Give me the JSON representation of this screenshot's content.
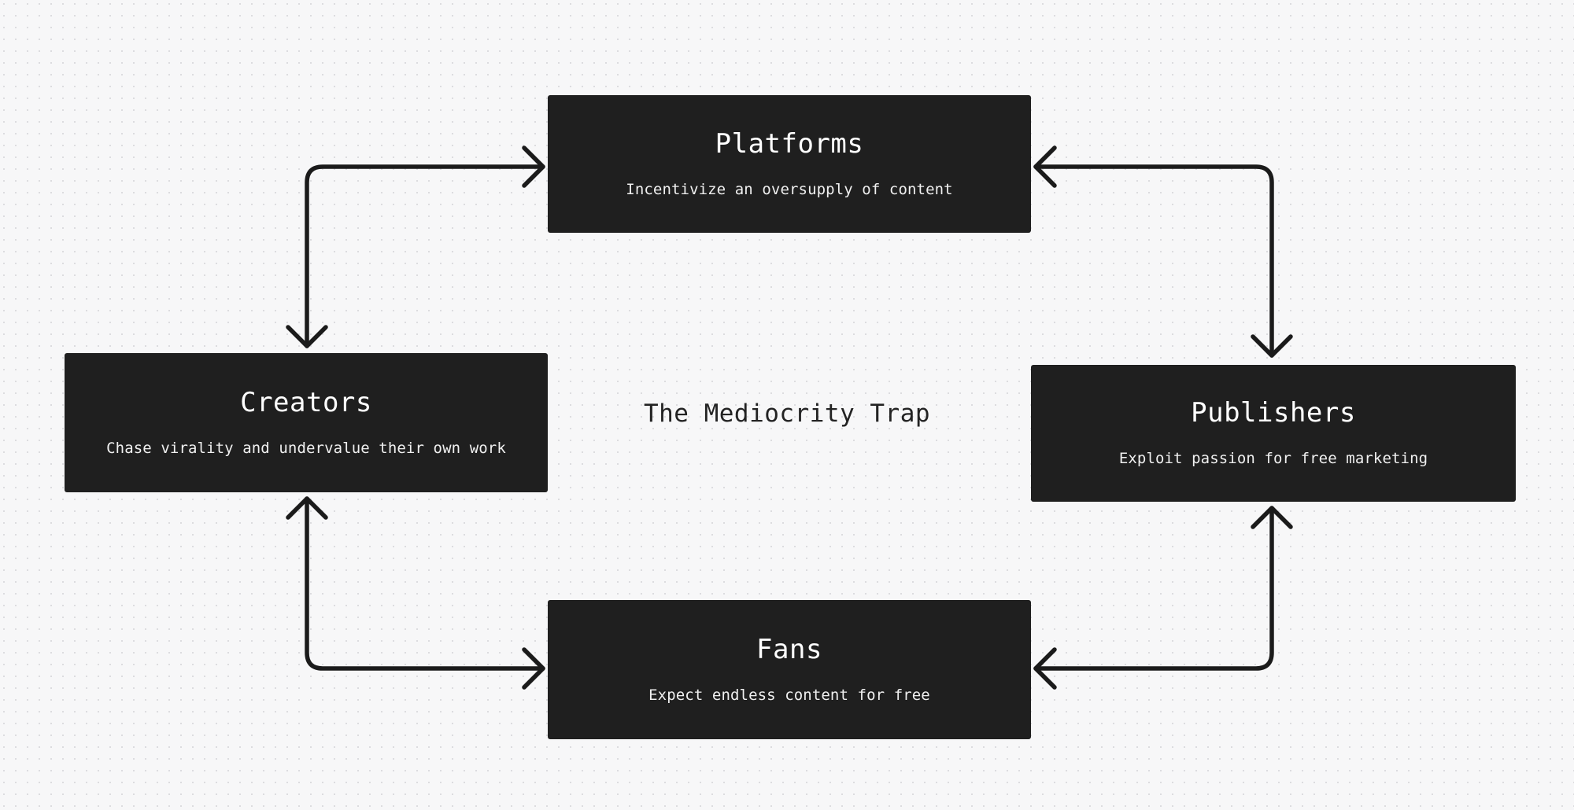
{
  "diagram": {
    "center_label": "The Mediocrity Trap",
    "background_color": "#f7f7f8",
    "node_color": "#1f1f1f",
    "node_text_color": "#ffffff",
    "edge_color": "#1b1b1b",
    "dot_grid_color": "#dcdcdf"
  },
  "nodes": [
    {
      "id": "platforms",
      "title": "Platforms",
      "description": "Incentivize an oversupply of content"
    },
    {
      "id": "creators",
      "title": "Creators",
      "description": "Chase virality and undervalue their own work"
    },
    {
      "id": "publishers",
      "title": "Publishers",
      "description": "Exploit passion for free marketing"
    },
    {
      "id": "fans",
      "title": "Fans",
      "description": "Expect endless content for free"
    }
  ],
  "edges": [
    {
      "id": "platforms-creators",
      "from": "platforms",
      "to": "creators",
      "style": "elbow-double-arrow"
    },
    {
      "id": "publishers-platforms",
      "from": "publishers",
      "to": "platforms",
      "style": "elbow-double-arrow"
    },
    {
      "id": "creators-fans",
      "from": "creators",
      "to": "fans",
      "style": "elbow-double-arrow"
    },
    {
      "id": "fans-publishers",
      "from": "fans",
      "to": "publishers",
      "style": "elbow-double-arrow"
    }
  ]
}
